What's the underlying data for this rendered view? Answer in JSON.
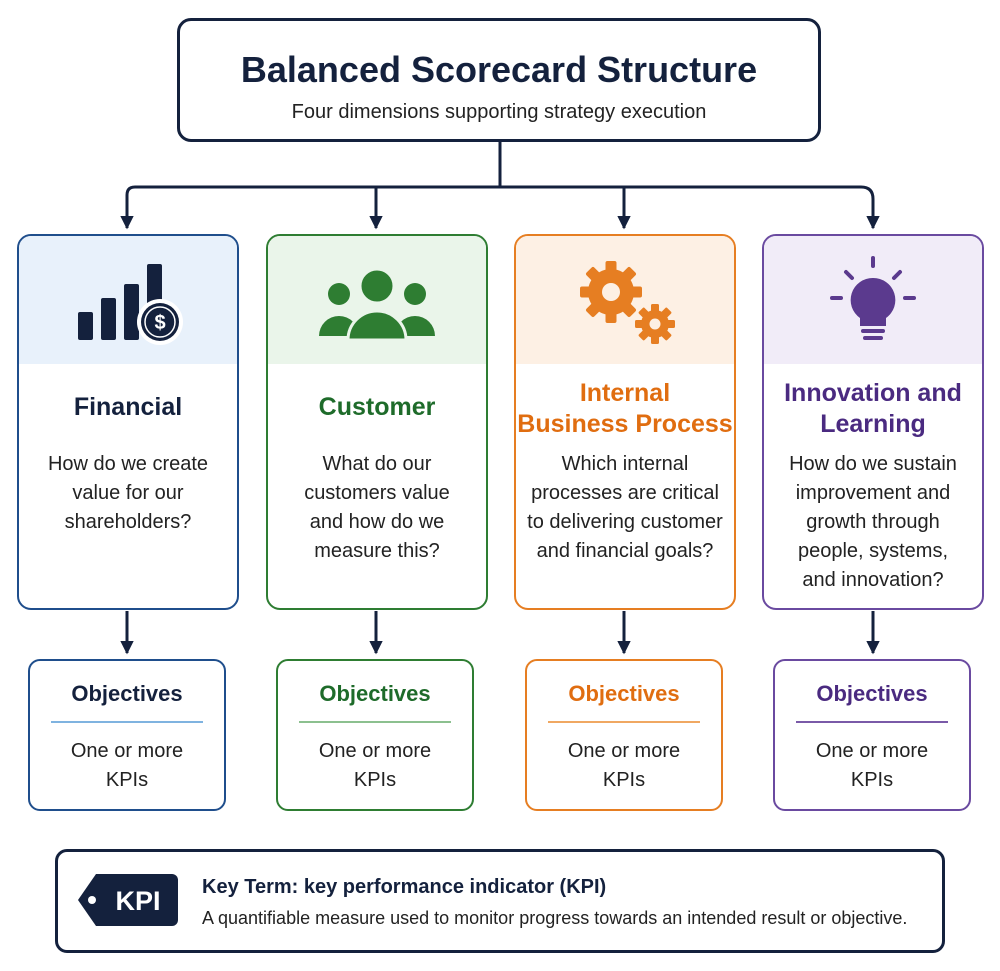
{
  "title": "Balanced Scorecard Structure",
  "subtitle": "Four dimensions supporting strategy execution",
  "colors": {
    "navy": "#14213d",
    "financial": "#1f4e8c",
    "customer": "#2e7d32",
    "process": "#e67e22",
    "learning": "#5b3a8e"
  },
  "dimensions": [
    {
      "icon": "bar-chart-dollar-icon",
      "name": [
        "Financial"
      ],
      "question": [
        "How do we create",
        "value for our",
        "shareholders?"
      ]
    },
    {
      "icon": "people-group-icon",
      "name": [
        "Customer"
      ],
      "question": [
        "What do our",
        "customers value",
        "and how do we",
        "measure this?"
      ]
    },
    {
      "icon": "gears-icon",
      "name": [
        "Internal",
        "Business Process"
      ],
      "question": [
        "Which internal",
        "processes are critical",
        "to delivering customer",
        "and financial goals?"
      ]
    },
    {
      "icon": "lightbulb-icon",
      "name": [
        "Innovation and",
        "Learning"
      ],
      "question": [
        "How do we sustain",
        "improvement and",
        "growth through",
        "people, systems,",
        "and innovation?"
      ]
    }
  ],
  "objectives": {
    "heading": "Objectives",
    "detail": [
      "One or more",
      "KPIs"
    ]
  },
  "key_term": {
    "badge": "KPI",
    "title": "Key Term: key performance indicator (KPI)",
    "description": "A quantifiable measure used to monitor progress towards an intended result or objective."
  }
}
